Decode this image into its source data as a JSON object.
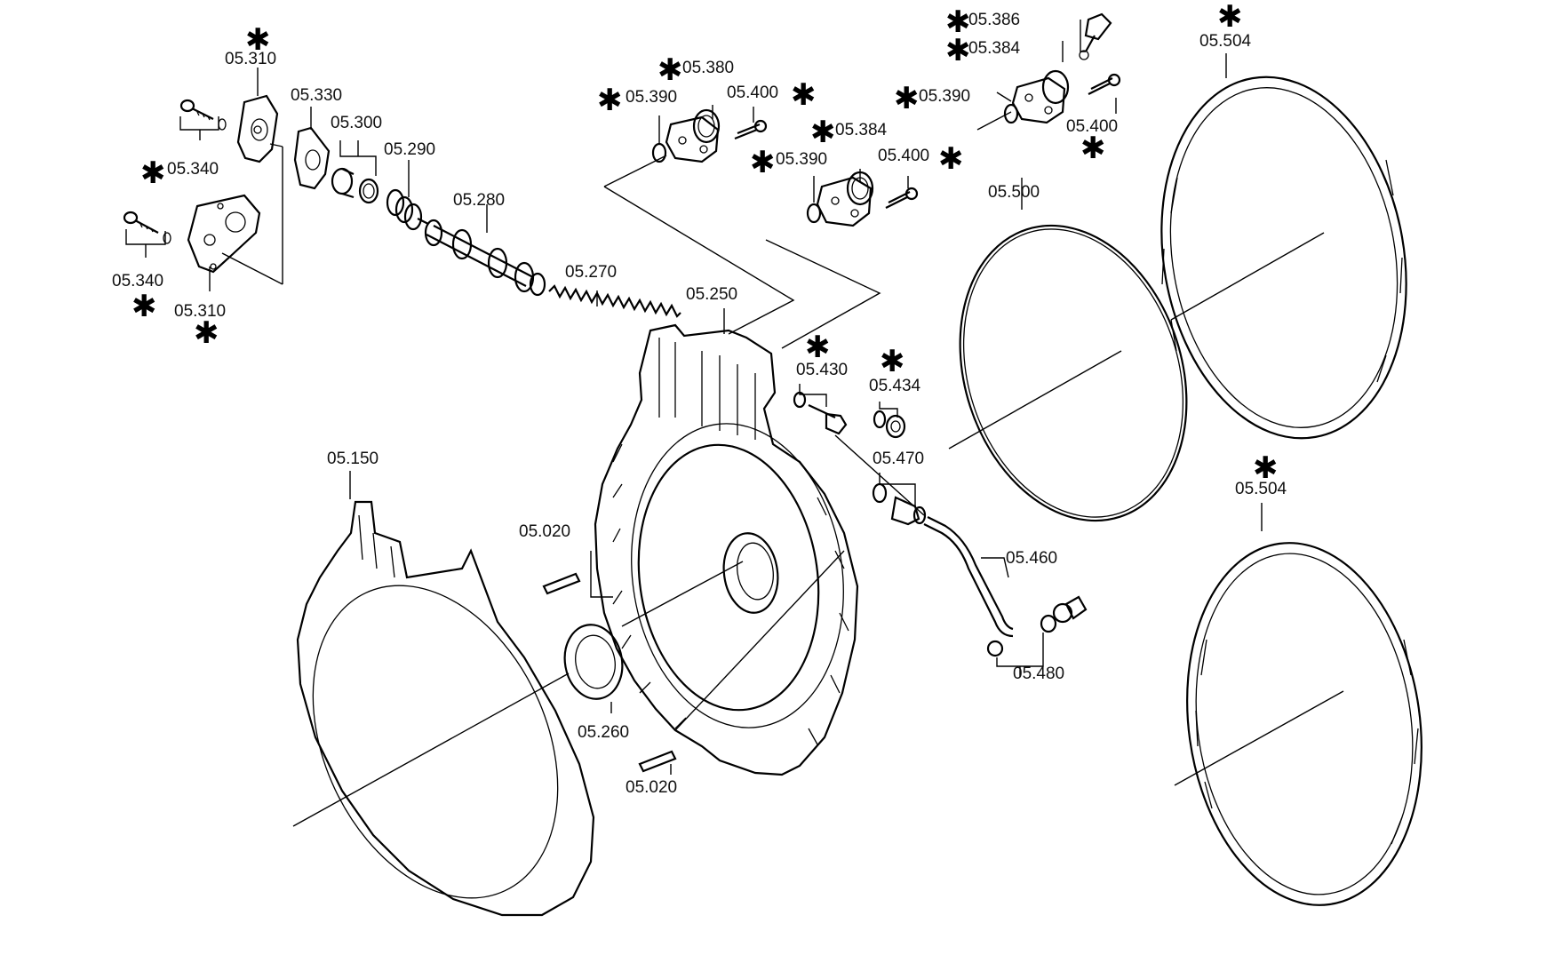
{
  "labels": {
    "p05_310_top": "05.310",
    "p05_340_top": "05.340",
    "p05_340_bot": "05.340",
    "p05_310_bot": "05.310",
    "p05_330": "05.330",
    "p05_300": "05.300",
    "p05_290": "05.290",
    "p05_280": "05.280",
    "p05_270": "05.270",
    "p05_250": "05.250",
    "p05_390_a": "05.390",
    "p05_380": "05.380",
    "p05_400_a": "05.400",
    "p05_384_a": "05.384",
    "p05_390_b": "05.390",
    "p05_400_b": "05.400",
    "p05_386": "05.386",
    "p05_384_b": "05.384",
    "p05_390_c": "05.390",
    "p05_400_c": "05.400",
    "p05_504_top": "05.504",
    "p05_500": "05.500",
    "p05_430": "05.430",
    "p05_434": "05.434",
    "p05_470": "05.470",
    "p05_460": "05.460",
    "p05_480": "05.480",
    "p05_150": "05.150",
    "p05_020_top": "05.020",
    "p05_020_bot": "05.020",
    "p05_260": "05.260",
    "p05_504_bot": "05.504"
  },
  "marker": "✱"
}
